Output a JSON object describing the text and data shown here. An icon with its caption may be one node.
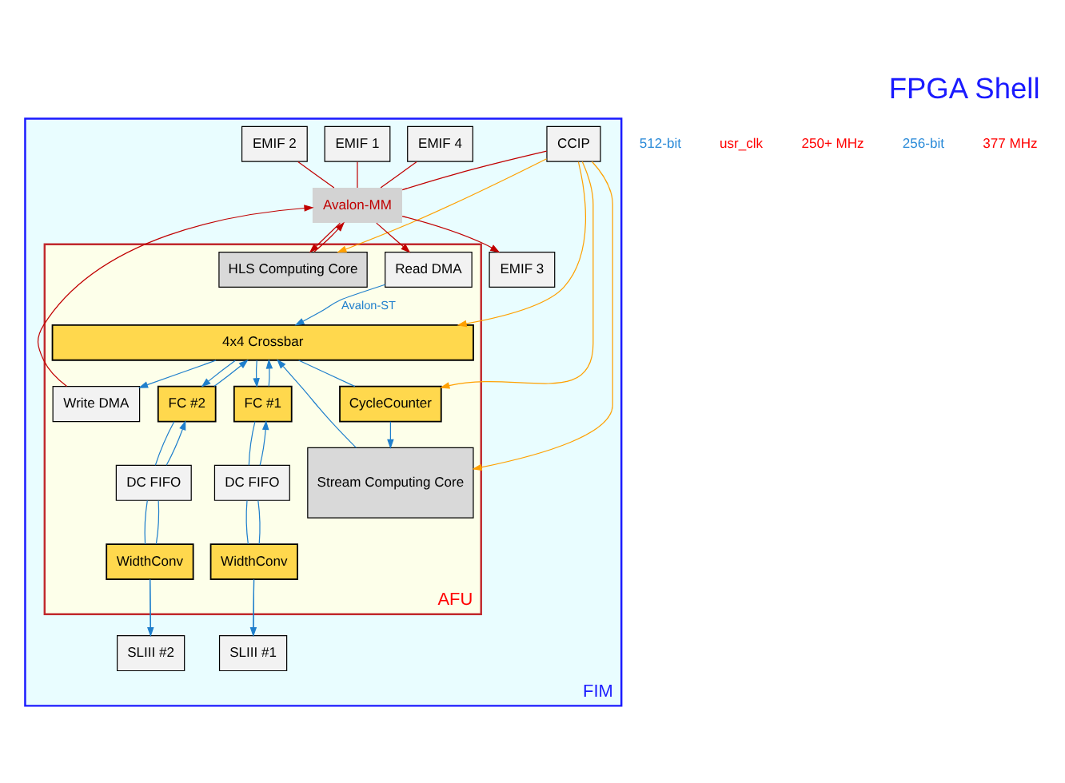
{
  "diagram": {
    "title": "FPGA Shell",
    "nodes": [
      {
        "text": [
          "FIM"
        ]
      },
      {
        "text": [
          "EMIF 1"
        ],
        "in": 0
      },
      {
        "text": [
          "EMIF 2"
        ],
        "in": 0
      },
      {
        "text": [
          "EMIF 3"
        ],
        "in": 0
      },
      {
        "text": [
          "EMIF 4"
        ],
        "in": 0
      },
      {
        "text": [
          "CCIP"
        ],
        "in": 0
      },
      {
        "text": [
          "Avalon-MM"
        ],
        "in": 0
      },
      {
        "text": [
          "AFU"
        ],
        "in": 0
      },
      {
        "text": [
          "Read DMA"
        ],
        "in": 7
      },
      {
        "text": [
          "Write DMA"
        ],
        "in": 7
      },
      {
        "text": [
          "HLS Computing Core"
        ],
        "in": 7
      },
      {
        "text": [
          "4x4 Crossbar"
        ],
        "in": 7
      },
      {
        "text": [
          "FC #1"
        ],
        "in": 7
      },
      {
        "text": [
          "FC #2"
        ],
        "in": 7
      },
      {
        "text": [
          "CycleCounter"
        ],
        "in": 7
      },
      {
        "text": [
          "Stream Computing Core"
        ],
        "in": 7
      },
      {
        "text": [
          "DC FIFO"
        ],
        "in": 7
      },
      {
        "text": [
          "DC FIFO"
        ],
        "in": 7
      },
      {
        "text": [
          "WidthConv"
        ],
        "in": 7
      },
      {
        "text": [
          "WidthConv"
        ],
        "in": 7
      },
      {
        "text": [
          "SLIII #1"
        ],
        "in": 0
      },
      {
        "text": [
          "SLIII #2"
        ],
        "in": 0
      }
    ],
    "edges": [
      {
        "from": 1,
        "to": 6,
        "arrow": "none",
        "color": "#c00000"
      },
      {
        "from": 2,
        "to": 6,
        "arrow": "none",
        "color": "#c00000"
      },
      {
        "from": 6,
        "to": 3,
        "arrow": "to",
        "color": "#c00000"
      },
      {
        "from": 4,
        "to": 6,
        "arrow": "none",
        "color": "#c00000"
      },
      {
        "from": 5,
        "to": 6,
        "arrow": "none",
        "color": "#c00000"
      },
      {
        "from": 6,
        "to": 8,
        "arrow": "to",
        "color": "#c00000"
      },
      {
        "from": 9,
        "to": 6,
        "arrow": "to",
        "color": "#c00000"
      },
      {
        "from": 6,
        "to": 10,
        "arrow": "to",
        "color": "#c00000"
      },
      {
        "from": 10,
        "to": 6,
        "arrow": "to",
        "color": "#c00000"
      },
      {
        "from": 8,
        "to": 11,
        "arrow": "to",
        "label": "Avalon-ST"
      },
      {
        "from": 11,
        "to": 9,
        "arrow": "to"
      },
      {
        "from": 11,
        "to": 12,
        "arrow": "to"
      },
      {
        "from": 12,
        "to": 11,
        "arrow": "to"
      },
      {
        "from": 11,
        "to": 13,
        "arrow": "to"
      },
      {
        "from": 13,
        "to": 11,
        "arrow": "to"
      },
      {
        "from": 11,
        "to": 14,
        "arrow": "none"
      },
      {
        "from": 14,
        "to": 15,
        "arrow": "to"
      },
      {
        "from": 15,
        "to": 11,
        "arrow": "to"
      },
      {
        "from": 5,
        "to": 10,
        "arrow": "to",
        "color": "#ffa000"
      },
      {
        "from": 5,
        "to": 11,
        "arrow": "to",
        "color": "#ffa000"
      },
      {
        "from": 5,
        "to": 14,
        "arrow": "to",
        "color": "#ffa000"
      },
      {
        "from": 5,
        "to": 15,
        "arrow": "to",
        "color": "#ffa000"
      },
      {
        "from": 12,
        "to": 16,
        "arrow": "none"
      },
      {
        "from": 16,
        "to": 12,
        "arrow": "to"
      },
      {
        "from": 13,
        "to": 17,
        "arrow": "none"
      },
      {
        "from": 17,
        "to": 13,
        "arrow": "to"
      },
      {
        "from": 16,
        "to": 18,
        "arrow": "none"
      },
      {
        "from": 16,
        "to": 18,
        "arrow": "none"
      },
      {
        "from": 17,
        "to": 19,
        "arrow": "none"
      },
      {
        "from": 17,
        "to": 19,
        "arrow": "none"
      },
      {
        "from": 18,
        "to": 20,
        "arrow": "to"
      },
      {
        "from": 20,
        "to": 18,
        "arrow": "none"
      },
      {
        "from": 19,
        "to": 21,
        "arrow": "to"
      },
      {
        "from": 21,
        "to": 19,
        "arrow": "none"
      }
    ],
    "labels": [
      "512-bit",
      "usr_clk",
      "250+ MHz",
      "256-bit",
      "377 MHz"
    ]
  }
}
